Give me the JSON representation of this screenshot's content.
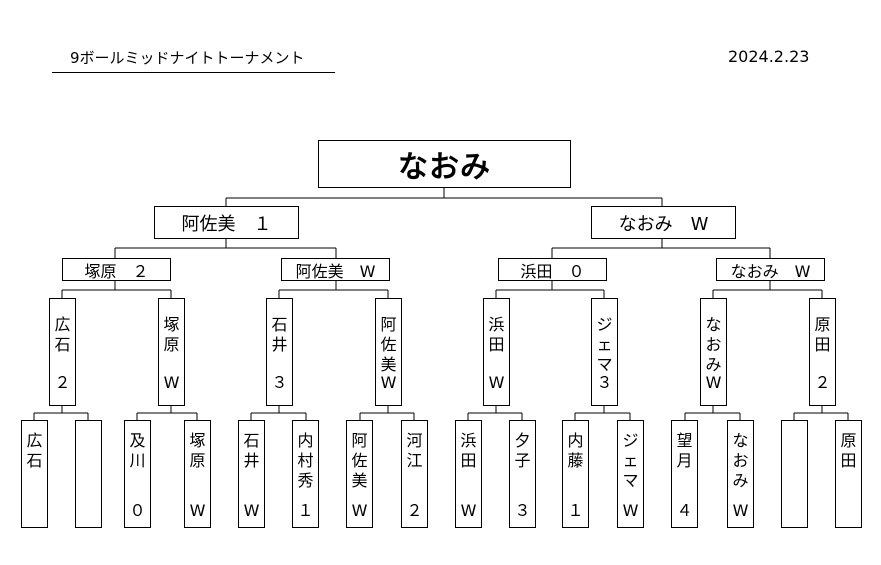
{
  "header": {
    "title": "9ボールミッドナイトトーナメント",
    "date": "2024.2.23"
  },
  "champion": "なおみ",
  "semifinal": [
    {
      "label": "阿佐美　１"
    },
    {
      "label": "なおみ　W"
    }
  ],
  "quarterfinal": [
    {
      "label": "塚原　２"
    },
    {
      "label": "阿佐美　W"
    },
    {
      "label": "浜田　０"
    },
    {
      "label": "なおみ　W"
    }
  ],
  "round2": [
    {
      "name": "広石",
      "result": "２"
    },
    {
      "name": "塚原",
      "result": "W"
    },
    {
      "name": "石井",
      "result": "３"
    },
    {
      "name": "阿佐美",
      "result": "W"
    },
    {
      "name": "浜田",
      "result": "W"
    },
    {
      "name": "ジェマ",
      "result": "３"
    },
    {
      "name": "なおみ",
      "result": "W"
    },
    {
      "name": "原田",
      "result": "２"
    }
  ],
  "round1": [
    {
      "name": "広石",
      "result": ""
    },
    {
      "name": "",
      "result": ""
    },
    {
      "name": "及川",
      "result": "０"
    },
    {
      "name": "塚原",
      "result": "W"
    },
    {
      "name": "石井",
      "result": "W"
    },
    {
      "name": "内村秀",
      "result": "１"
    },
    {
      "name": "阿佐美",
      "result": "W"
    },
    {
      "name": "河江",
      "result": "２"
    },
    {
      "name": "浜田",
      "result": "W"
    },
    {
      "name": "夕子",
      "result": "３"
    },
    {
      "name": "内藤",
      "result": "１"
    },
    {
      "name": "ジェマ",
      "result": "W"
    },
    {
      "name": "望月",
      "result": "４"
    },
    {
      "name": "なおみ",
      "result": "W"
    },
    {
      "name": "",
      "result": ""
    },
    {
      "name": "原田",
      "result": ""
    }
  ]
}
